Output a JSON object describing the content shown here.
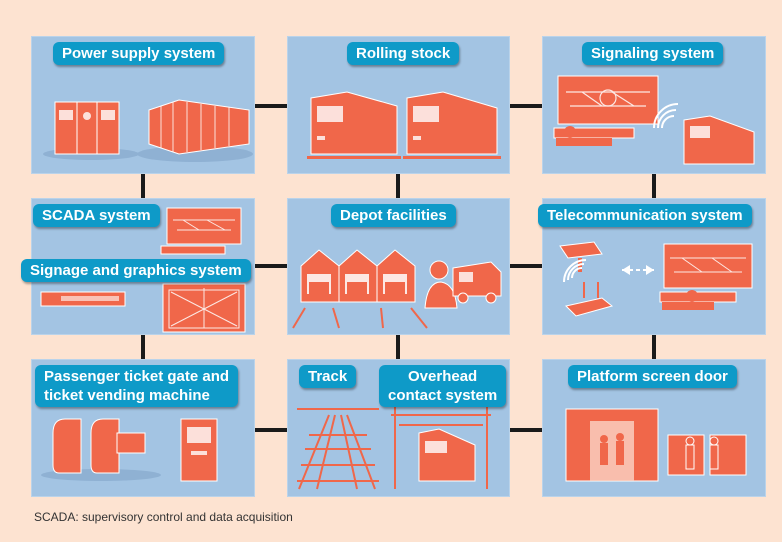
{
  "panels": {
    "power_supply": {
      "label": "Power supply system"
    },
    "rolling_stock": {
      "label": "Rolling stock"
    },
    "signaling": {
      "label": "Signaling system"
    },
    "scada": {
      "label": "SCADA system"
    },
    "signage": {
      "label": "Signage and graphics system"
    },
    "depot": {
      "label": "Depot facilities"
    },
    "telecom": {
      "label": "Telecommunication system"
    },
    "ticket_gate": {
      "label_line1": "Passenger ticket gate and",
      "label_line2": "ticket vending machine"
    },
    "track": {
      "label": "Track"
    },
    "overhead": {
      "label_line1": "Overhead",
      "label_line2": "contact system"
    },
    "platform_door": {
      "label": "Platform screen door"
    }
  },
  "footnote": "SCADA: supervisory control and data acquisition",
  "colors": {
    "background": "#fde3d1",
    "panel": "#a3c4e3",
    "label": "#0e9ac8",
    "illustration": "#f0674a",
    "connector": "#1a1a1a"
  }
}
